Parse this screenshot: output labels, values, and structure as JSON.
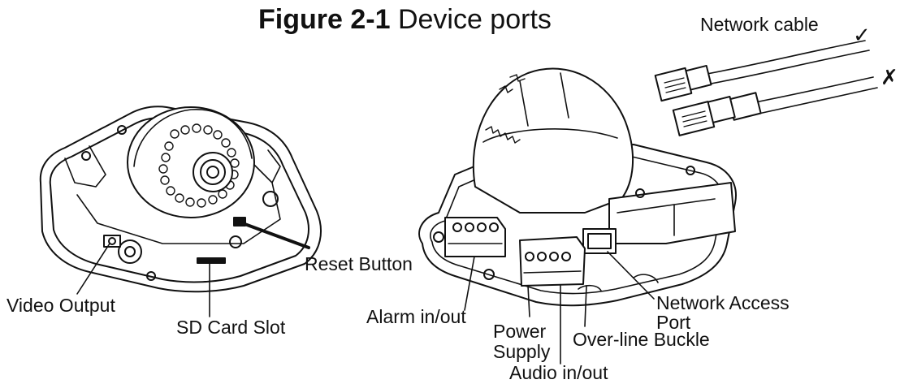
{
  "figure": {
    "number": "Figure 2-1",
    "title": "Device ports"
  },
  "labels": {
    "network_cable": "Network cable",
    "reset_button": "Reset Button",
    "video_output": "Video Output",
    "sd_card_slot": "SD Card Slot",
    "alarm_in_out": "Alarm in/out",
    "power_supply_line1": "Power",
    "power_supply_line2": "Supply",
    "audio_in_out": "Audio in/out",
    "over_line_buckle": "Over-line Buckle",
    "network_access_port_line1": "Network Access",
    "network_access_port_line2": "Port"
  },
  "cable_marks": {
    "correct": "✓",
    "incorrect": "✗"
  }
}
